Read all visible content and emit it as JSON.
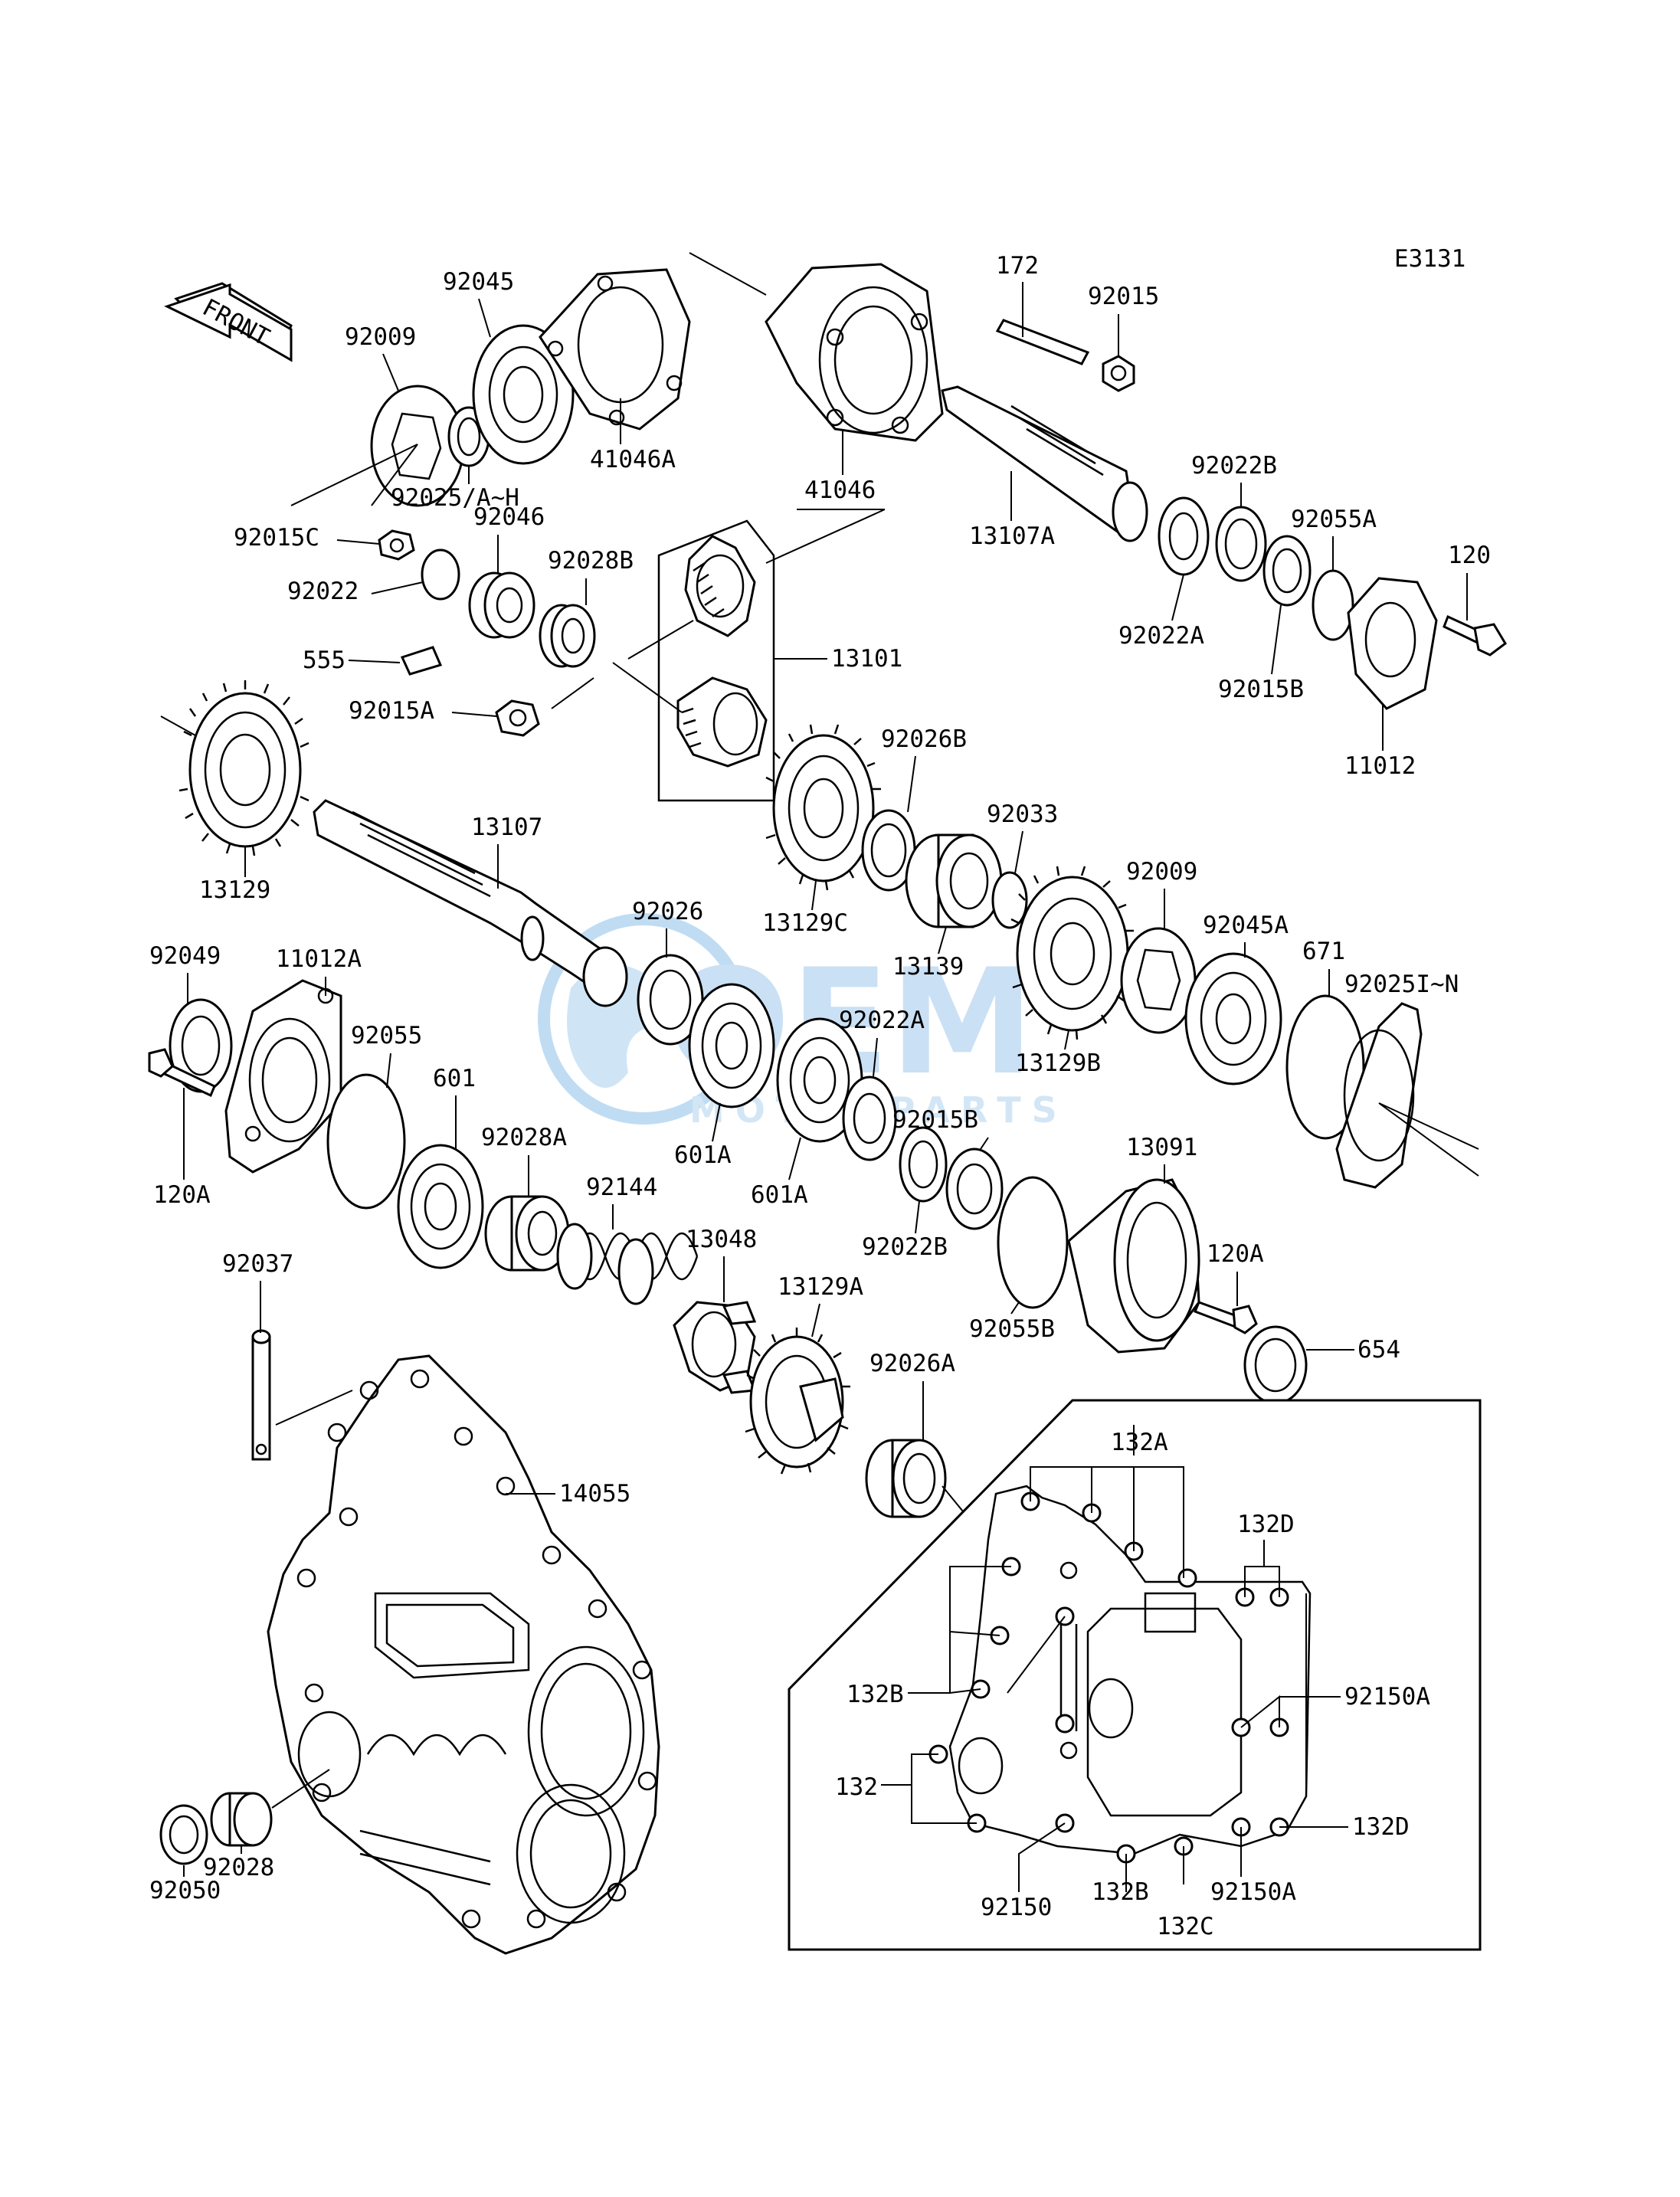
{
  "diagram_code": "E3131",
  "front_label": "FRONT",
  "watermark": {
    "main": "OEM",
    "sub": "MOTORPARTS",
    "color": "#7fb4e0"
  },
  "labels": {
    "p172": "172",
    "p92015": "92015",
    "p92045": "92045",
    "p92009a": "92009",
    "p41046A": "41046A",
    "p41046": "41046",
    "p92025AH": "92025/A~H",
    "p92015C": "92015C",
    "p92046": "92046",
    "p92022": "92022",
    "p92028B": "92028B",
    "p555": "555",
    "p92015A": "92015A",
    "p13101": "13101",
    "p13107A": "13107A",
    "p92022B_top": "92022B",
    "p92055A": "92055A",
    "p120": "120",
    "p92022A_top": "92022A",
    "p92015B_top": "92015B",
    "p11012": "11012",
    "p13129": "13129",
    "p13107": "13107",
    "p92026B": "92026B",
    "p92033": "92033",
    "p13129C": "13129C",
    "p92026": "92026",
    "p13139": "13139",
    "p92009b": "92009",
    "p92045A": "92045A",
    "p671": "671",
    "p92025IN": "92025I~N",
    "p13129B": "13129B",
    "p92049": "92049",
    "p11012A": "11012A",
    "p92055": "92055",
    "p601": "601",
    "p92022A_mid": "92022A",
    "p92015B_mid": "92015B",
    "p601A_1": "601A",
    "p601A_2": "601A",
    "p120A_left": "120A",
    "p92028A": "92028A",
    "p92144": "92144",
    "p92022B_mid": "92022B",
    "p13091": "13091",
    "p120A_right": "120A",
    "p92037": "92037",
    "p13048": "13048",
    "p13129A": "13129A",
    "p92055B": "92055B",
    "p654": "654",
    "p92026A": "92026A",
    "p14055": "14055",
    "p92028": "92028",
    "p92050": "92050",
    "p132A": "132A",
    "p132D_top": "132D",
    "p132B_left": "132B",
    "p92150A_top": "92150A",
    "p132": "132",
    "p132D_bot": "132D",
    "p92150": "92150",
    "p132B_bot": "132B",
    "p132C": "132C",
    "p92150A_bot": "92150A"
  }
}
